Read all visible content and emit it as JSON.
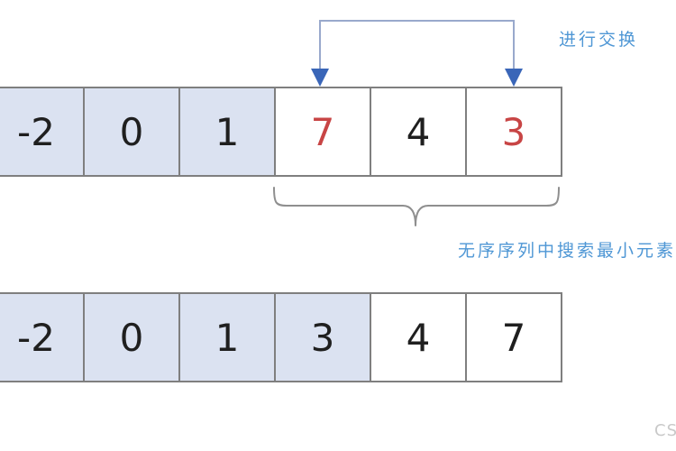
{
  "colors": {
    "sorted_cell_bg": "#dbe2f1",
    "unsorted_cell_bg": "#ffffff",
    "cell_border": "#7f7f7f",
    "number_default": "#1f1f1f",
    "number_highlight": "#c84545",
    "arrow_line": "#99a9cc",
    "arrow_head": "#3a66b8",
    "label_text": "#4f97d5",
    "brace": "#8f8f8f",
    "watermark": "#c9c9c9"
  },
  "labels": {
    "swap": "进行交换",
    "search_min": "无序序列中搜索最小元素",
    "watermark": "CS"
  },
  "rows": [
    {
      "name": "before-swap",
      "cells": [
        {
          "value": "-2",
          "sorted": true,
          "highlight": false
        },
        {
          "value": "0",
          "sorted": true,
          "highlight": false
        },
        {
          "value": "1",
          "sorted": true,
          "highlight": false
        },
        {
          "value": "7",
          "sorted": false,
          "highlight": true
        },
        {
          "value": "4",
          "sorted": false,
          "highlight": false
        },
        {
          "value": "3",
          "sorted": false,
          "highlight": true
        }
      ]
    },
    {
      "name": "after-swap",
      "cells": [
        {
          "value": "-2",
          "sorted": true,
          "highlight": false
        },
        {
          "value": "0",
          "sorted": true,
          "highlight": false
        },
        {
          "value": "1",
          "sorted": true,
          "highlight": false
        },
        {
          "value": "3",
          "sorted": true,
          "highlight": false
        },
        {
          "value": "4",
          "sorted": false,
          "highlight": false
        },
        {
          "value": "7",
          "sorted": false,
          "highlight": false
        }
      ]
    }
  ]
}
